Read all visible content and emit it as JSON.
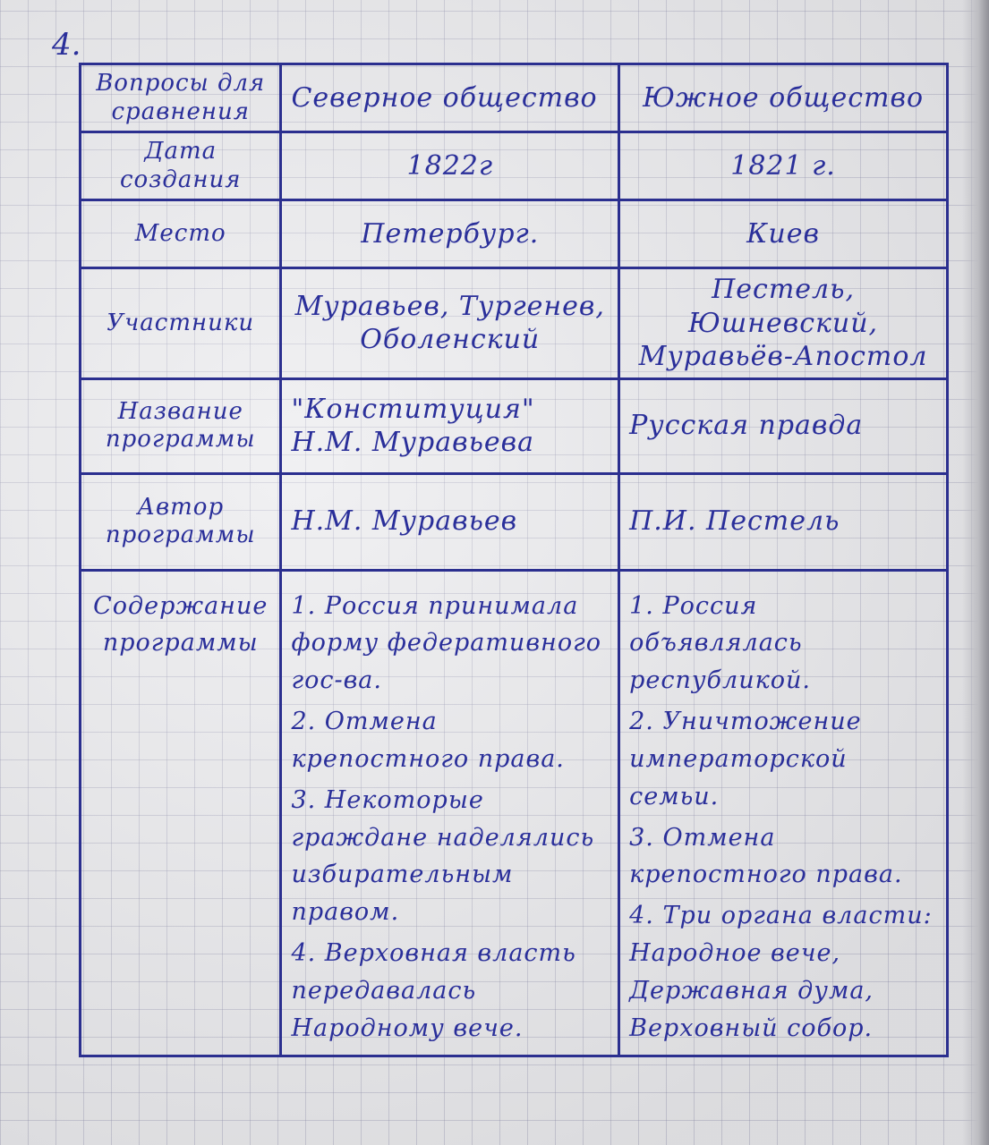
{
  "task_number": "4.",
  "table": {
    "headers": {
      "question": "Вопросы для сравнения",
      "north": "Северное общество",
      "south": "Южное общество"
    },
    "rows": [
      {
        "question": "Дата создания",
        "north": "1822г",
        "south": "1821 г."
      },
      {
        "question": "Место",
        "north": "Петербург.",
        "south": "Киев"
      },
      {
        "question": "Участники",
        "north": "Муравьев, Тургенев, Оболенский",
        "south": "Пестель, Юшневский, Муравьёв-Апостол"
      },
      {
        "question": "Название программы",
        "north": "\"Конституция\" Н.М. Муравьева",
        "south": "Русская правда"
      },
      {
        "question": "Автор программы",
        "north": "Н.М. Муравьев",
        "south": "П.И. Пестель"
      }
    ],
    "content": {
      "question": "Содержание программы",
      "north": [
        "1. Россия принимала форму федеративного гос-ва.",
        "2. Отмена крепостного права.",
        "3. Некоторые граждане наделялись избирательным правом.",
        "4. Верховная власть передавалась Народному вече."
      ],
      "south": [
        "1. Россия объявлялась республикой.",
        "2. Уничтожение императорской семьи.",
        "3. Отмена крепостного права.",
        "4. Три органа власти: Народное вече, Державная дума, Верховный собор."
      ]
    }
  }
}
